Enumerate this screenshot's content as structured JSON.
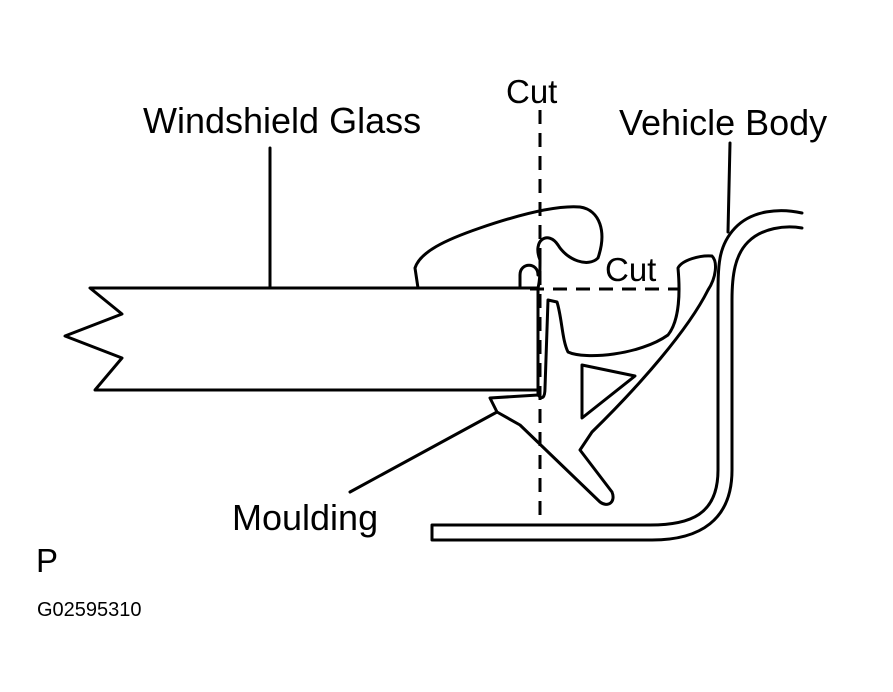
{
  "labels": {
    "windshield_glass": "Windshield Glass",
    "vehicle_body": "Vehicle Body",
    "cut_vertical": "Cut",
    "cut_horizontal": "Cut",
    "moulding": "Moulding",
    "view_marker": "P",
    "figure_code": "G02595310"
  }
}
